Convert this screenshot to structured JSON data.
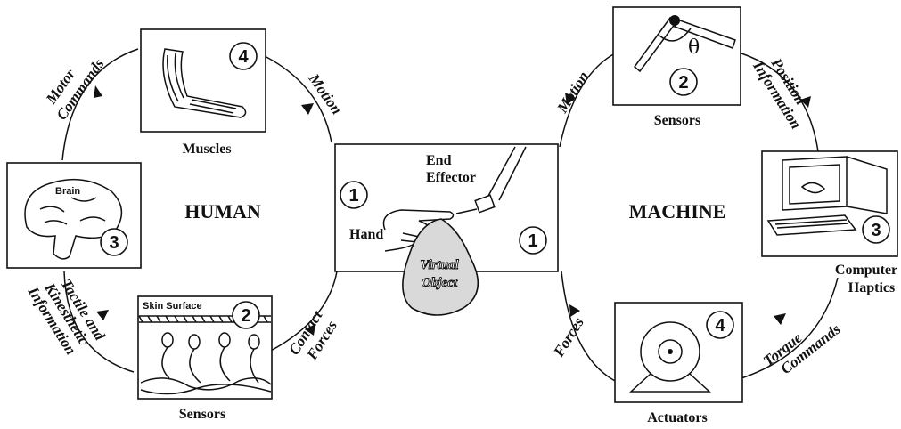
{
  "human": {
    "title": "HUMAN",
    "muscles": {
      "caption": "Muscles",
      "number": "4"
    },
    "brain": {
      "label": "Brain",
      "number": "3"
    },
    "skin": {
      "caption": "Sensors",
      "label": "Skin Surface",
      "number": "2"
    },
    "flows": {
      "motor_1": "Motor",
      "motor_2": "Commands",
      "motion": "Motion",
      "contact_1": "Contact",
      "contact_2": "Forces",
      "tactile_1": "Tactile and",
      "tactile_2": "Kinesthetic",
      "tactile_3": "Information"
    }
  },
  "interface": {
    "end_effector_1": "End",
    "end_effector_2": "Effector",
    "hand": "Hand",
    "object_1": "Virtual",
    "object_2": "Object",
    "num_left": "1",
    "num_right": "1"
  },
  "machine": {
    "title": "MACHINE",
    "sensors": {
      "caption": "Sensors",
      "number": "2",
      "theta": "θ"
    },
    "computer": {
      "caption_1": "Computer",
      "caption_2": "Haptics",
      "number": "3"
    },
    "actuators": {
      "caption": "Actuators",
      "number": "4"
    },
    "flows": {
      "motion": "Motion",
      "position_1": "Position",
      "position_2": "Information",
      "torque_1": "Torque",
      "torque_2": "Commands",
      "forces": "Forces"
    }
  }
}
